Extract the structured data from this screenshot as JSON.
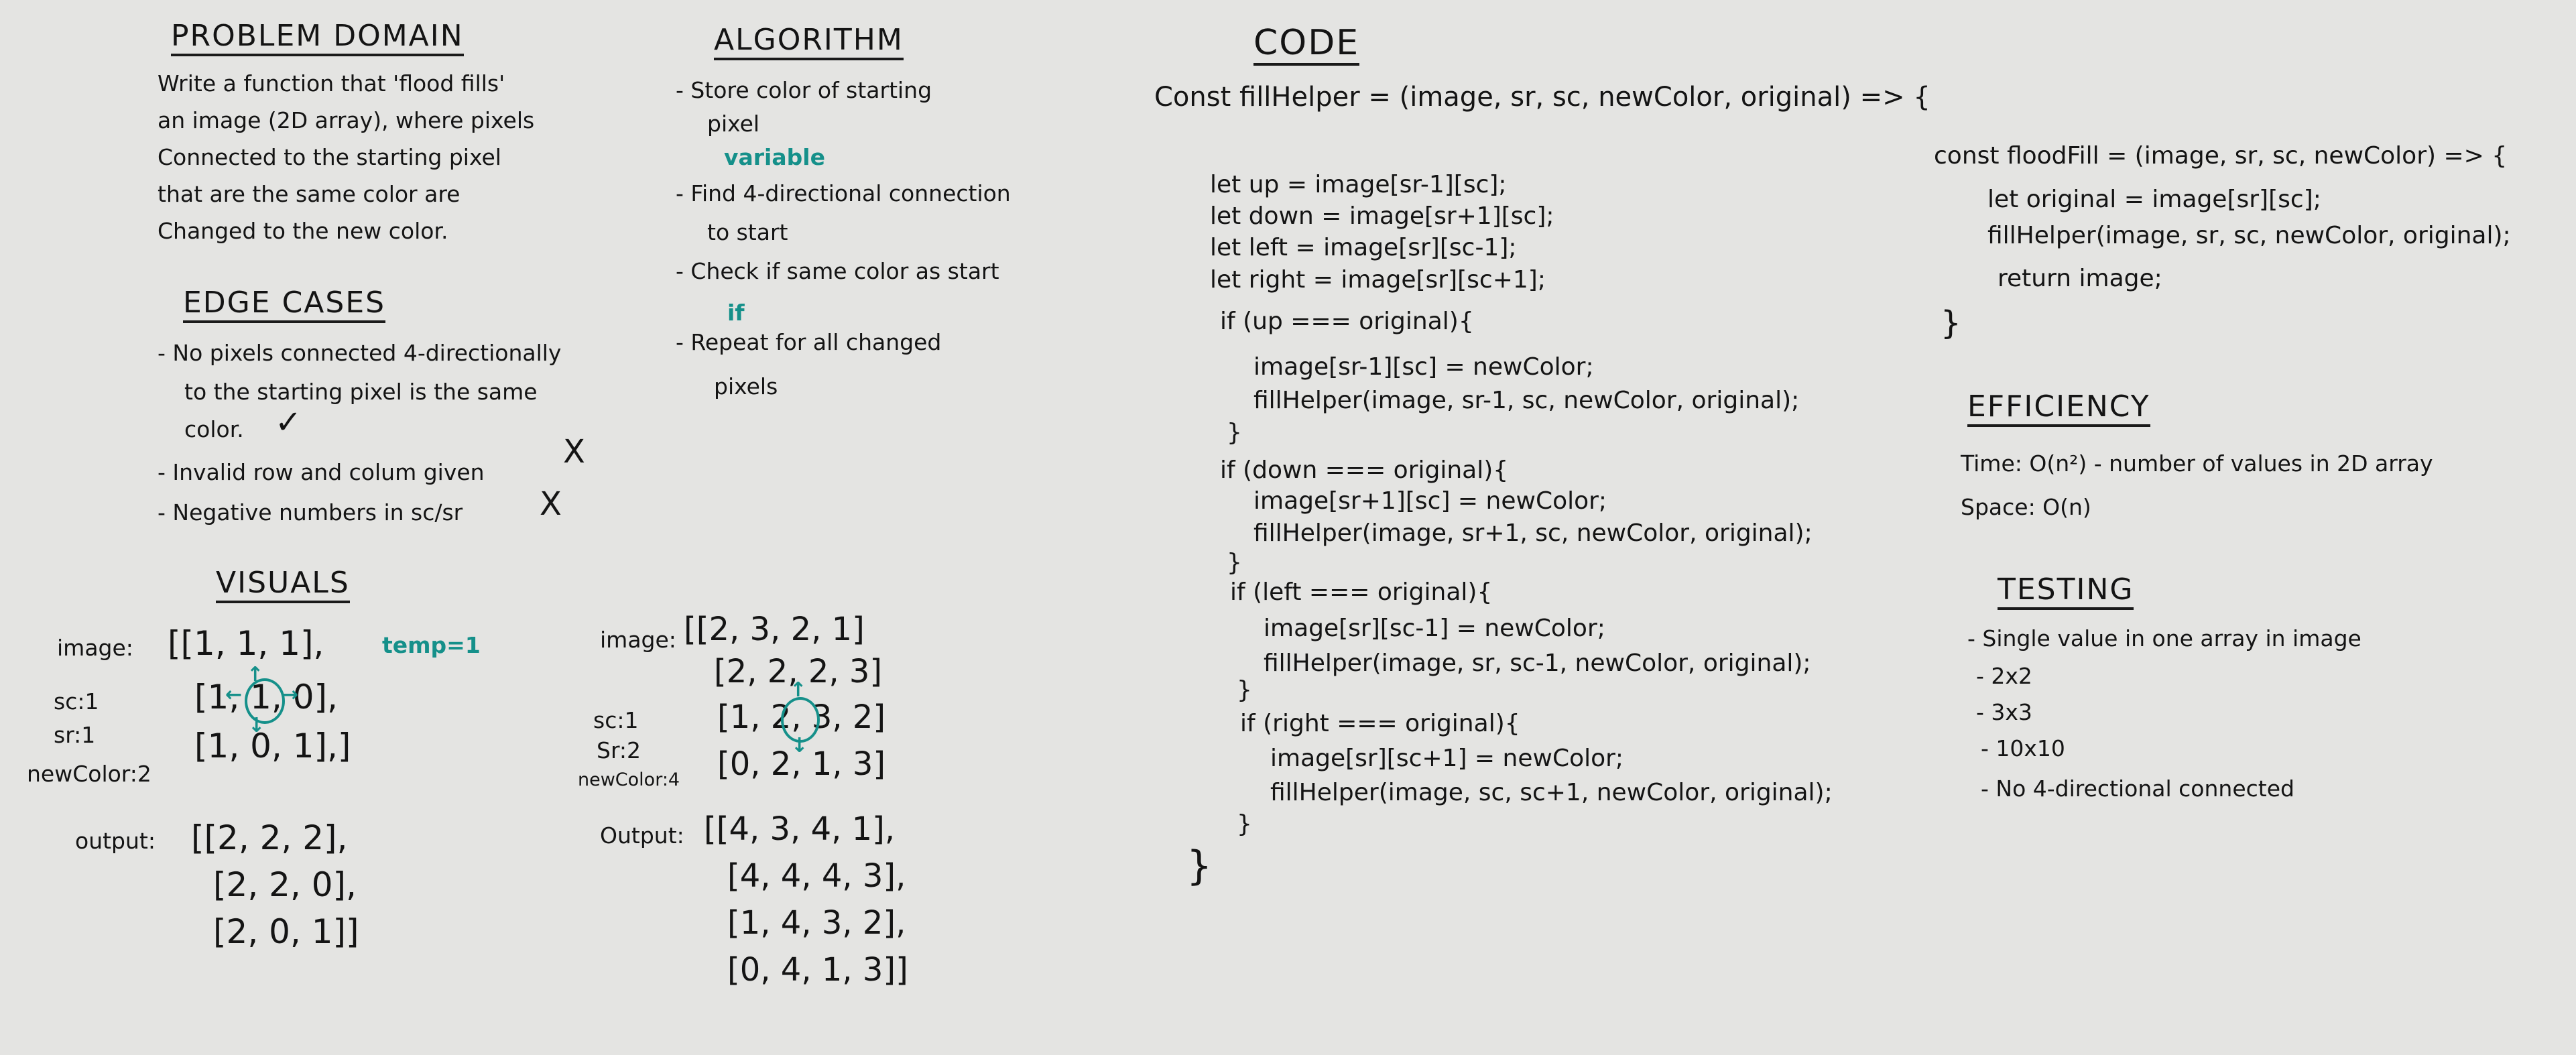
{
  "problem_domain": {
    "heading": "PROBLEM DOMAIN",
    "lines": [
      "Write a function that 'flood fills'",
      "an image (2D array), where pixels",
      "Connected to the starting pixel",
      "that are the same color are",
      "Changed to the new color."
    ]
  },
  "edge_cases": {
    "heading": "EDGE CASES",
    "lines": [
      "- No pixels connected 4-directionally",
      "to the starting pixel is the same",
      "color.",
      "- Invalid row and colum given",
      "- Negative numbers in sc/sr"
    ],
    "marks": [
      "✓",
      "X",
      "X"
    ]
  },
  "algorithm": {
    "heading": "ALGORITHM",
    "lines": [
      "- Store color of starting",
      "pixel",
      "- Find 4-directional connection",
      "to start",
      "- Check if same color as start",
      "- Repeat for all changed",
      "pixels"
    ],
    "teal_notes": [
      "variable",
      "if"
    ]
  },
  "visuals": {
    "heading": "VISUALS",
    "example1": {
      "image_label": "image:",
      "temp_note": "temp=1",
      "sc_label": "sc:1",
      "sr_label": "sr:1",
      "newcolor_label": "newColor:2",
      "image_rows": [
        "[[1, 1, 1],",
        "[1, 1, 0],",
        "[1, 0, 1],]"
      ],
      "output_label": "output:",
      "output_rows": [
        "[[2, 2, 2],",
        "[2, 2, 0],",
        "[2, 0, 1]]"
      ]
    },
    "example2": {
      "image_label": "image:",
      "sc_label": "sc:1",
      "sr_label": "Sr:2",
      "newcolor_label": "newColor:4",
      "image_rows": [
        "[[2, 3, 2, 1]",
        "[2, 2, 2, 3]",
        "[1, 2, 3, 2]",
        "[0, 2, 1, 3]"
      ],
      "output_label": "Output:",
      "output_rows": [
        "[[4, 3, 4, 1],",
        "[4, 4, 4, 3],",
        "[1, 4, 3, 2],",
        "[0, 4, 1, 3]]"
      ]
    }
  },
  "code": {
    "heading": "CODE",
    "helper_signature": "Const fillHelper = (image, sr, sc, newColor, original) => {",
    "lines": [
      "let up = image[sr-1][sc];",
      "let down = image[sr+1][sc];",
      "let left = image[sr][sc-1];",
      "let right = image[sr][sc+1];",
      "if (up === original){",
      "image[sr-1][sc] = newColor;",
      "fillHelper(image, sr-1, sc, newColor, original);",
      "}",
      "if (down === original){",
      "image[sr+1][sc] = newColor;",
      "fillHelper(image, sr+1, sc, newColor, original);",
      "}",
      "if (left === original){",
      "image[sr][sc-1] = newColor;",
      "fillHelper(image, sr, sc-1, newColor, original);",
      "}",
      "if (right === original){",
      "image[sr][sc+1] = newColor;",
      "fillHelper(image, sc, sc+1, newColor, original);",
      "}",
      "}"
    ],
    "floodfill": [
      "const floodFill = (image, sr, sc, newColor) => {",
      "let original = image[sr][sc];",
      "fillHelper(image, sr, sc, newColor, original);",
      "return image;",
      "}"
    ]
  },
  "efficiency": {
    "heading": "EFFICIENCY",
    "time": "Time: O(n²) - number of values in 2D array",
    "space": "Space: O(n)"
  },
  "testing": {
    "heading": "TESTING",
    "items": [
      "- Single value in one array in image",
      "- 2x2",
      "- 3x3",
      "- 10x10",
      "- No 4-directional connected"
    ]
  },
  "colors": {
    "ink": "#141414",
    "teal": "#15908a",
    "board": "#e4e4e2"
  }
}
